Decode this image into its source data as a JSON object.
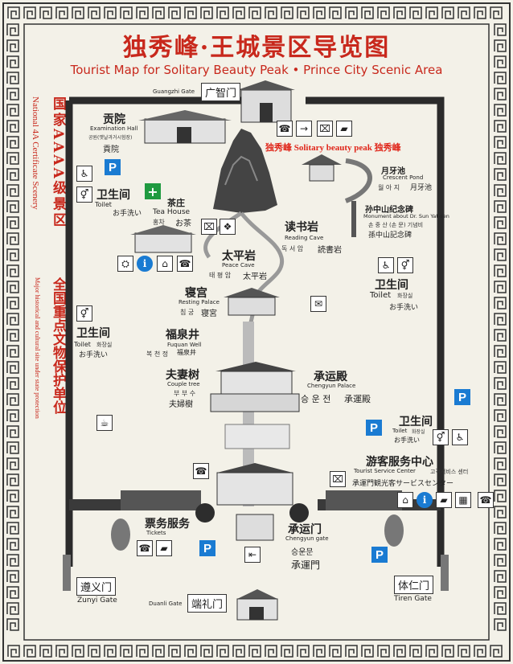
{
  "title": {
    "cn": "独秀峰·王城景区导览图",
    "en": "Tourist Map for Solitary Beauty Peak • Prince City Scenic Area"
  },
  "side_text": {
    "left_cn": "国家AAAA级景区",
    "left_en": "National 4A Certificate Scenery",
    "right_cn": "全国重点文物保护单位",
    "right_en": "Major historical and cultural site under state protection"
  },
  "overlay_label": "独秀峰   Solitary beauty peak  独秀峰",
  "gates": {
    "guangzhi": {
      "cn": "广智门",
      "en": "Guangzhi Gate"
    },
    "zunyi": {
      "cn": "遵义门",
      "en": "Zunyi Gate"
    },
    "duanli": {
      "cn": "端礼门",
      "en": "Duanli Gate"
    },
    "tiren": {
      "cn": "体仁门",
      "en": "Tiren Gate"
    },
    "chengyun": {
      "cn": "承运门",
      "en": "Chengyun gate",
      "ko": "승운문",
      "jp": "承運門"
    }
  },
  "places": {
    "exam_hall": {
      "cn": "贡院",
      "en": "Examination Hall",
      "ko": "공원(옛날과거시험장)",
      "jp": "貢院"
    },
    "tea_house": {
      "cn": "茶庄",
      "en": "Tea House",
      "ko": "홍차",
      "jp": "お茶"
    },
    "crescent_pond": {
      "cn": "月牙池",
      "en": "Crescent Pond",
      "ko": "월 아 지",
      "jp": "月牙池"
    },
    "monument": {
      "cn": "孙中山纪念碑",
      "en": "Monument about Dr. Sun Yat-sen",
      "ko": "손 중 산 (손 문) 기념비",
      "jp": "孫中山記念碑"
    },
    "reading_cave": {
      "cn": "读书岩",
      "en": "Reading Cave",
      "ko": "독 서 암",
      "jp": "読書岩"
    },
    "peace_cave": {
      "cn": "太平岩",
      "en": "Peace Cave",
      "ko": "태 평 암",
      "jp": "太平岩"
    },
    "resting_palace": {
      "cn": "寝宫",
      "en": "Resting Palace",
      "ko": "침 궁",
      "jp": "寝宮"
    },
    "fuquan_well": {
      "cn": "福泉井",
      "en": "Fuquan Well",
      "ko": "복 천 정",
      "jp": "福泉井"
    },
    "couple_tree": {
      "cn": "夫妻树",
      "en": "Couple tree",
      "ko": "부 부 수",
      "jp": "夫婦樹"
    },
    "chengyun_palace": {
      "cn": "承运殿",
      "en": "Chengyun Palace",
      "ko": "승 운 전",
      "jp": "承運殿"
    },
    "service_center": {
      "cn": "游客服务中心",
      "en": "Tourist Service Center",
      "ko": "고객서비스 센터",
      "jp": "承運門観光客サービスセンター"
    },
    "tickets": {
      "cn": "票务服务",
      "en": "Tickets"
    }
  },
  "toilets": {
    "left_top": {
      "cn": "卫生间",
      "en": "Toilet",
      "jp": "お手洗い"
    },
    "left_mid": {
      "cn": "卫生间",
      "en": "Toilet",
      "ko": "화장실",
      "jp": "お手洗い"
    },
    "right_top": {
      "cn": "卫生间",
      "en": "Toilet",
      "ko": "화장실",
      "jp": "お手洗い"
    },
    "right_low": {
      "cn": "卫生间",
      "en": "Toilet",
      "ko": "화장실",
      "jp": "お手洗い"
    }
  },
  "colors": {
    "title": "#c8281c",
    "wall": "#2b2b2b",
    "parking": "#1a7bd2",
    "firstaid": "#1f9a40"
  },
  "icons": {
    "parking": "P",
    "info": "i",
    "first_aid": "+"
  }
}
